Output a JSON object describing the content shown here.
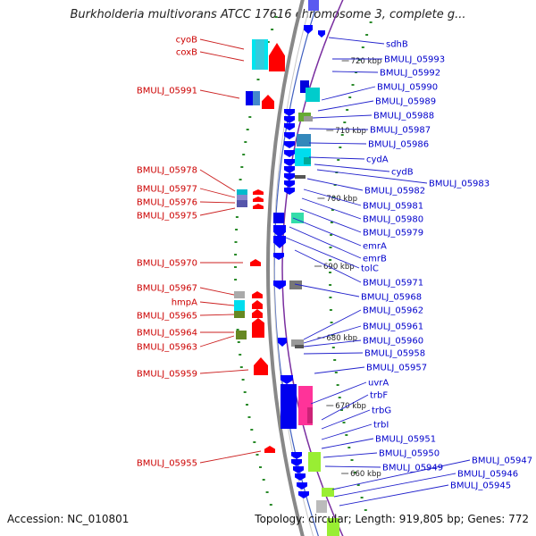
{
  "title": "Burkholderia multivorans ATCC 17616 chromosome 3, complete g...",
  "accession": "Accession: NC_010801",
  "stats": "Topology: circular; Length: 919,805 bp; Genes: 772",
  "colors": {
    "reverse_label": "#cc0000",
    "forward_label": "#0000cc",
    "reverse_feature": "#ff0000",
    "forward_feature": "#0000ff",
    "backbone": "#888888",
    "dots": "#2a8a2a"
  },
  "ticks": [
    "720 kbp",
    "710 kbp",
    "700 kbp",
    "690 kbp",
    "680 kbp",
    "670 kbp",
    "660 kbp"
  ],
  "reverse_labels": [
    "cyoB",
    "coxB",
    "BMULJ_05991",
    "BMULJ_05978",
    "BMULJ_05977",
    "BMULJ_05976",
    "BMULJ_05975",
    "BMULJ_05970",
    "BMULJ_05967",
    "hmpA",
    "BMULJ_05965",
    "BMULJ_05964",
    "BMULJ_05963",
    "BMULJ_05959",
    "BMULJ_05955"
  ],
  "forward_labels": [
    "sdhB",
    "BMULJ_05993",
    "BMULJ_05992",
    "BMULJ_05990",
    "BMULJ_05989",
    "BMULJ_05988",
    "BMULJ_05987",
    "BMULJ_05986",
    "cydA",
    "cydB",
    "BMULJ_05983",
    "BMULJ_05982",
    "BMULJ_05981",
    "BMULJ_05980",
    "BMULJ_05979",
    "emrA",
    "emrB",
    "tolC",
    "BMULJ_05971",
    "BMULJ_05968",
    "BMULJ_05962",
    "BMULJ_05961",
    "BMULJ_05960",
    "BMULJ_05958",
    "BMULJ_05957",
    "uvrA",
    "trbF",
    "trbG",
    "trbI",
    "BMULJ_05951",
    "BMULJ_05950",
    "BMULJ_05949",
    "BMULJ_05947",
    "BMULJ_05946",
    "BMULJ_05945"
  ]
}
